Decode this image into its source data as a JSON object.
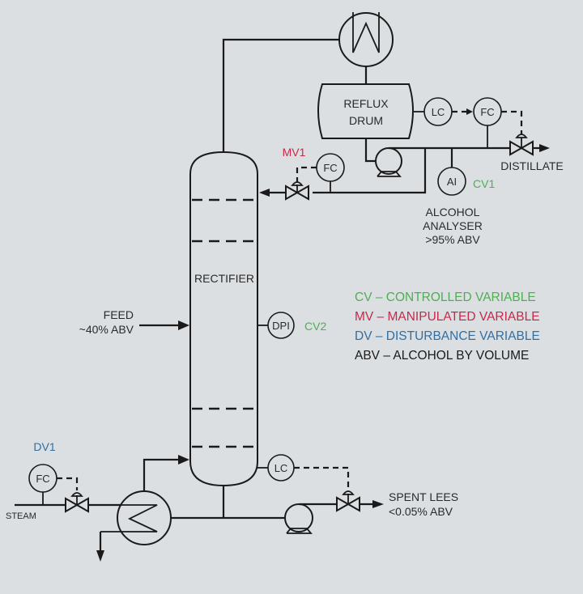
{
  "diagram": {
    "title": "Rectifier column control scheme",
    "colors": {
      "background": "#dcdfe2",
      "line": "#1a1a1a",
      "controlled_variable": "#4caf50",
      "manipulated_variable": "#c8284a",
      "disturbance_variable": "#2f6fa3",
      "text": "#2a2a2a"
    },
    "equipment": {
      "column": "RECTIFIER",
      "reflux_drum_line1": "REFLUX",
      "reflux_drum_line2": "DRUM",
      "condenser_icon": "condenser-icon",
      "reboiler_icon": "reboiler-icon",
      "reflux_pump_icon": "pump-icon",
      "bottoms_pump_icon": "pump-icon"
    },
    "instruments": {
      "reflux_drum_lc": "LC",
      "distillate_fc": "FC",
      "reflux_fc": "FC",
      "analyser": "AI",
      "dpi": "DPI",
      "bottoms_lc": "LC",
      "steam_fc": "FC"
    },
    "tags": {
      "mv1": "MV1",
      "cv1": "CV1",
      "cv2": "CV2",
      "dv1": "DV1"
    },
    "streams": {
      "distillate": "DISTILLATE",
      "analyser_line1": "ALCOHOL",
      "analyser_line2": "ANALYSER",
      "analyser_line3": ">95% ABV",
      "feed_line1": "FEED",
      "feed_line2": "~40% ABV",
      "steam": "STEAM",
      "spent_lees_line1": "SPENT LEES",
      "spent_lees_line2": "<0.05% ABV"
    },
    "legend": [
      {
        "text": "CV – CONTROLLED VARIABLE",
        "color": "#4caf50"
      },
      {
        "text": "MV – MANIPULATED VARIABLE",
        "color": "#c8284a"
      },
      {
        "text": "DV – DISTURBANCE VARIABLE",
        "color": "#2f6fa3"
      },
      {
        "text": "ABV – ALCOHOL BY VOLUME",
        "color": "#1a1a1a"
      }
    ]
  }
}
